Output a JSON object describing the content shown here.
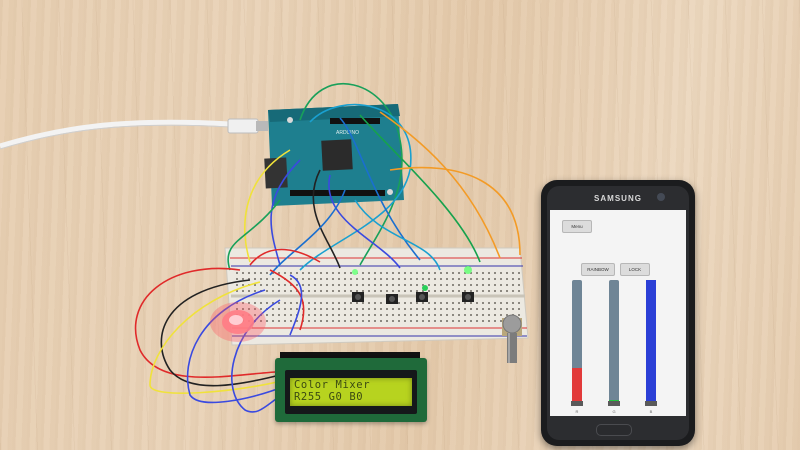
{
  "scene": {
    "lcd": {
      "line1": "Color Mixer",
      "line2": "R255 G0 B0"
    },
    "phone": {
      "brand": "SAMSUNG",
      "app": {
        "menu_button": "Menu",
        "rainbow_button": "RAINBOW",
        "lock_button": "LOCK",
        "sliders": [
          {
            "label": "R",
            "value": 0.3,
            "color": "#e23a3a"
          },
          {
            "label": "G",
            "value": 0.05,
            "color": "#23c13f"
          },
          {
            "label": "B",
            "value": 1.0,
            "color": "#2b3fd6"
          }
        ]
      }
    },
    "board_label": "ARDUINO"
  }
}
